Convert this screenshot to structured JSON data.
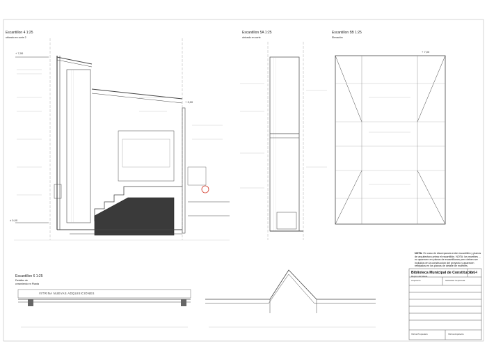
{
  "views": {
    "v1": {
      "title": "Escantillon 4 1:25",
      "subtitle": "ubicado en corte 2"
    },
    "v2": {
      "title": "Escantillon 5A 1:25",
      "subtitle": "ubicado en corte"
    },
    "v3": {
      "title": "Escantillon 5B 1:25",
      "subtitle": "Elevación"
    },
    "v4": {
      "title": "Escantillon 6 1:25",
      "subtitle_1": "Detalles de",
      "subtitle_2": "ceramiento en Planta"
    }
  },
  "levels": {
    "l1": "+ 7,00",
    "l2": "+ 3,00",
    "l3": "+ 7,00",
    "l4": "± 0,00"
  },
  "labels": {
    "vitrina": "VITRINA NUEVAS ADQUISICIONES"
  },
  "note": {
    "bold": "NOTA:",
    "text": "En caso de discrepancia entre escantillón y planos de arquitectura prima el escantillón. NOTA: los muebles ... no aparecen en planos de escantillones pero deben ser incluidos en la construcción del proyecto y aparecen reflejados en los planos de detalle de muebles."
  },
  "title_block": {
    "project": "Biblioteca Municipal de Constitución",
    "sheet": "L-14",
    "subtitle": "Región del Maule",
    "architect_label": "Arquitecto",
    "student_label": "Sebastián Sepúlveda",
    "footer_left": "Vitrina Propietario",
    "footer_right": "Vitrina Arquitecto"
  },
  "colors": {
    "line": "#444444",
    "light": "#9a9a9a",
    "hatch": "#3a3a3a",
    "red": "#d23a2a"
  }
}
